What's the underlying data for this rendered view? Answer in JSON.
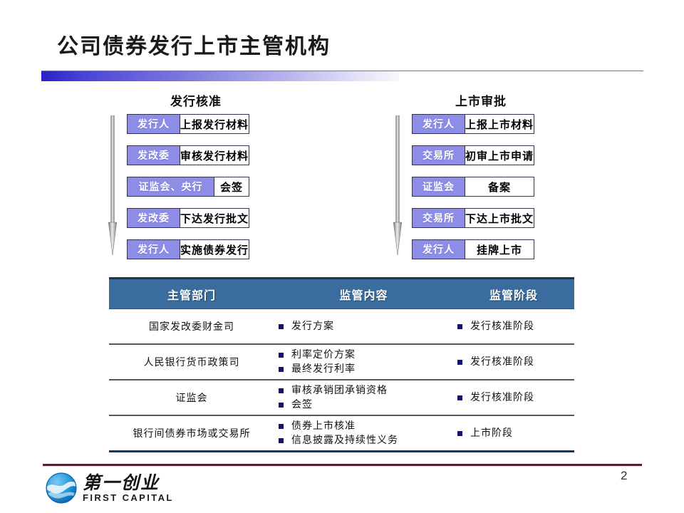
{
  "slide": {
    "title": "公司债券发行上市主管机构",
    "page_number": "2",
    "accent_bar_color": "#2a21c4",
    "header_blue": "#3a6d9e",
    "label_cell_color": "#8d8de8",
    "bullet_color": "#101078",
    "footer_rule_color": "#6d1235"
  },
  "flowcharts": [
    {
      "title": "发行核准",
      "arrow": "down-arrow",
      "rows": [
        {
          "actor": "发行人",
          "action": "上报发行材料",
          "wide": false
        },
        {
          "actor": "发改委",
          "action": "审核发行材料",
          "wide": false
        },
        {
          "actor": "证监会、央行",
          "action": "会签",
          "wide": true
        },
        {
          "actor": "发改委",
          "action": "下达发行批文",
          "wide": false
        },
        {
          "actor": "发行人",
          "action": "实施债券发行",
          "wide": false
        }
      ]
    },
    {
      "title": "上市审批",
      "arrow": "down-arrow",
      "rows": [
        {
          "actor": "发行人",
          "action": "上报上市材料",
          "wide": false
        },
        {
          "actor": "交易所",
          "action": "初审上市申请",
          "wide": false
        },
        {
          "actor": "证监会",
          "action": "备案",
          "wide": false
        },
        {
          "actor": "交易所",
          "action": "下达上市批文",
          "wide": false
        },
        {
          "actor": "发行人",
          "action": "挂牌上市",
          "wide": false
        }
      ]
    }
  ],
  "table": {
    "columns": [
      "主管部门",
      "监管内容",
      "监管阶段"
    ],
    "rows": [
      {
        "dept": "国家发改委财金司",
        "content": [
          "发行方案"
        ],
        "stage": [
          "发行核准阶段"
        ]
      },
      {
        "dept": "人民银行货币政策司",
        "content": [
          "利率定价方案",
          "最终发行利率"
        ],
        "stage": [
          "发行核准阶段"
        ]
      },
      {
        "dept": "证监会",
        "content": [
          "审核承销团承销资格",
          "会签"
        ],
        "stage": [
          "发行核准阶段"
        ]
      },
      {
        "dept": "银行间债券市场或交易所",
        "content": [
          "债券上市核准",
          "信息披露及持续性义务"
        ],
        "stage": [
          "上市阶段"
        ]
      }
    ]
  },
  "footer": {
    "logo_cn": "第一创业",
    "logo_en": "FIRST CAPITAL",
    "logo_icon": "globe-icon"
  }
}
